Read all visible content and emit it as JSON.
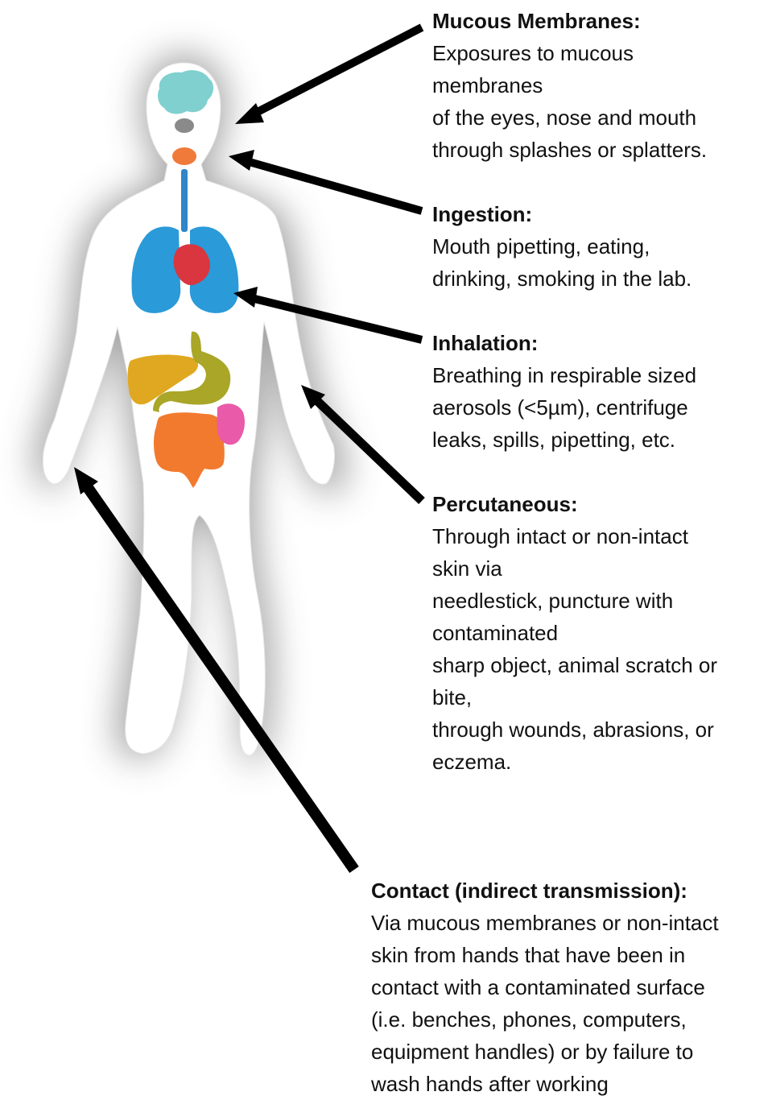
{
  "routes": {
    "mucous": {
      "title": "Mucous Membranes:",
      "lines": [
        "Exposures to mucous",
        "membranes",
        "of the eyes, nose and mouth",
        "through splashes or splatters."
      ]
    },
    "ingestion": {
      "title": "Ingestion:",
      "lines": [
        "Mouth pipetting, eating,",
        "drinking, smoking in the lab."
      ]
    },
    "inhalation": {
      "title": "Inhalation:",
      "lines": [
        "Breathing in respirable sized",
        "aerosols (<5µm), centrifuge",
        "leaks, spills, pipetting, etc."
      ]
    },
    "percutaneous": {
      "title": "Percutaneous:",
      "lines": [
        "Through intact or non-intact",
        "skin via",
        "needlestick, puncture with",
        "contaminated",
        "sharp object, animal scratch or",
        "bite,",
        "through wounds, abrasions, or",
        "eczema."
      ]
    },
    "contact": {
      "title": "Contact (indirect transmission):",
      "lines": [
        "Via mucous membranes or non-intact",
        "skin from hands that have been in",
        "contact with a contaminated surface",
        "(i.e. benches, phones, computers,",
        "equipment handles) or by failure to",
        "wash hands after working"
      ]
    }
  },
  "colors": {
    "brain": "#7fd0cf",
    "nose": "#8a8a8a",
    "throat": "#f07a3a",
    "trachea": "#2f86c8",
    "lungs": "#2a9ad8",
    "heart": "#d93640",
    "liver": "#e0a820",
    "stomach": "#a9a628",
    "intestines": "#f27a2e",
    "kidney": "#e95aa8",
    "arrow": "#000000",
    "glow": "#9a9a9a"
  }
}
